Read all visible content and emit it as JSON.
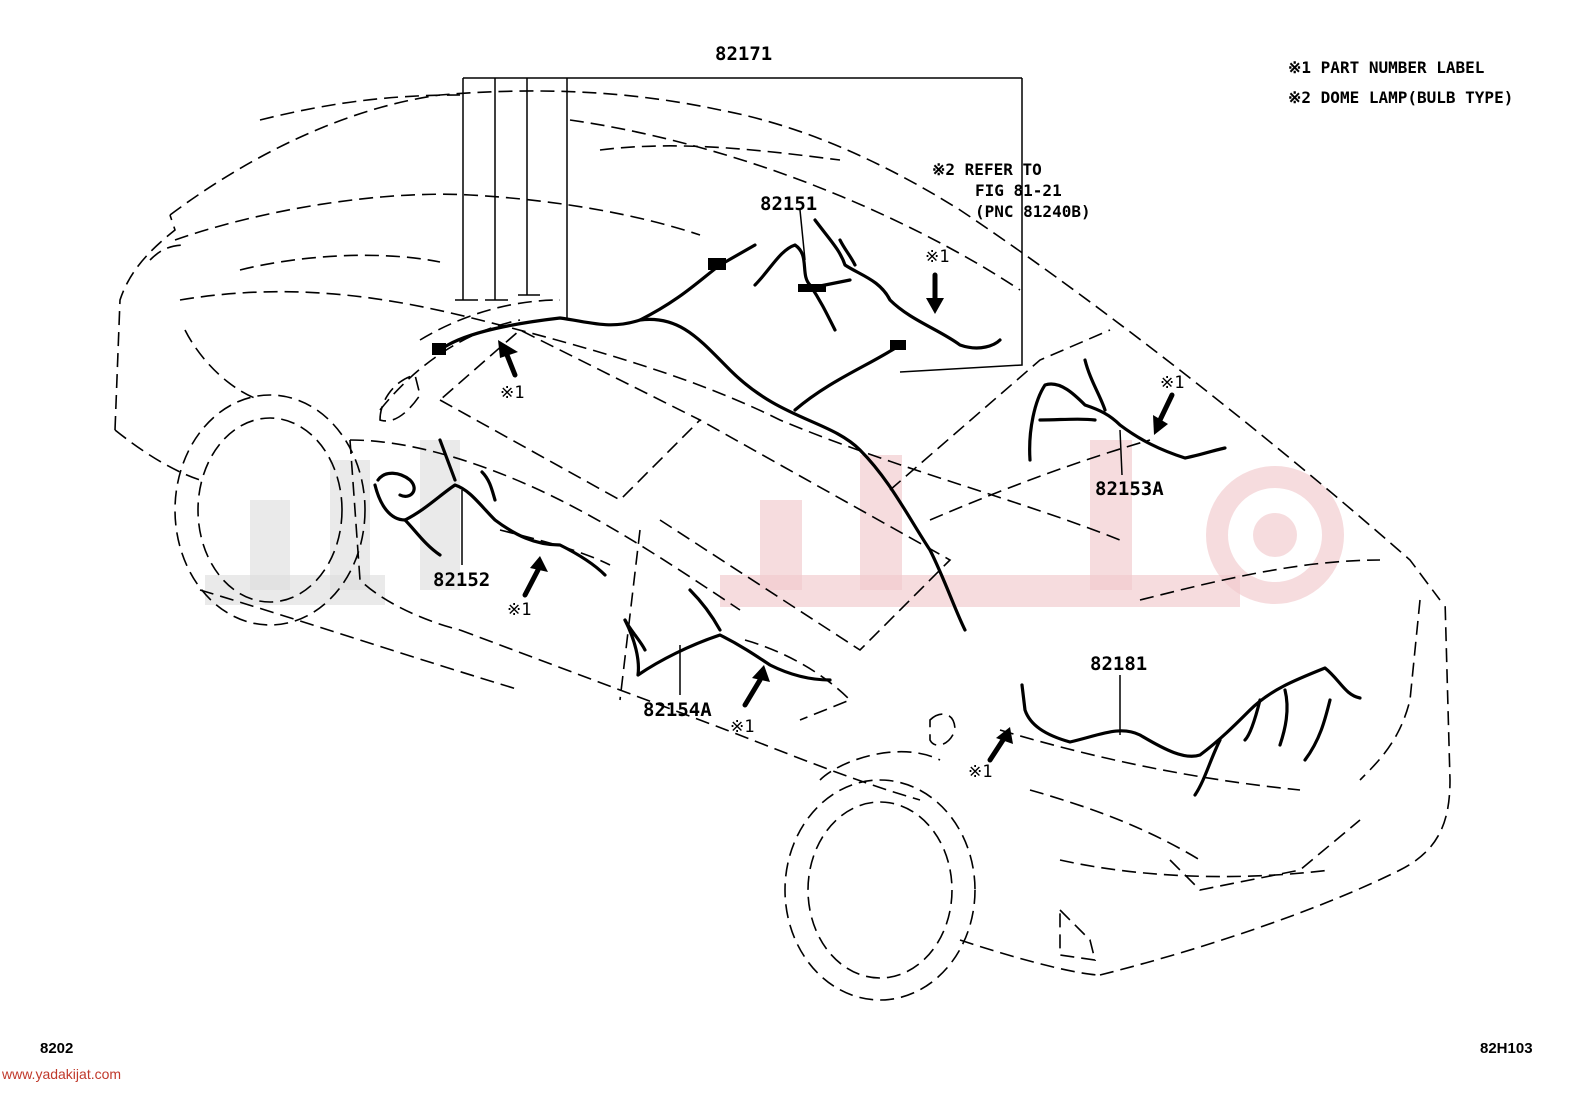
{
  "title_part": "82171",
  "legend": {
    "note1": "※1 PART NUMBER LABEL",
    "note2": "※2 DOME LAMP(BULB TYPE)"
  },
  "refer": {
    "line1": "※2 REFER TO",
    "line2": "FIG 81-21",
    "line3": "(PNC 81240B)"
  },
  "parts": {
    "p82151": "82151",
    "p82152": "82152",
    "p82153A": "82153A",
    "p82154A": "82154A",
    "p82181": "82181"
  },
  "label_mark": "※1",
  "footer": {
    "left": "8202",
    "right": "82H103",
    "website": "www.yadakijat.com"
  }
}
